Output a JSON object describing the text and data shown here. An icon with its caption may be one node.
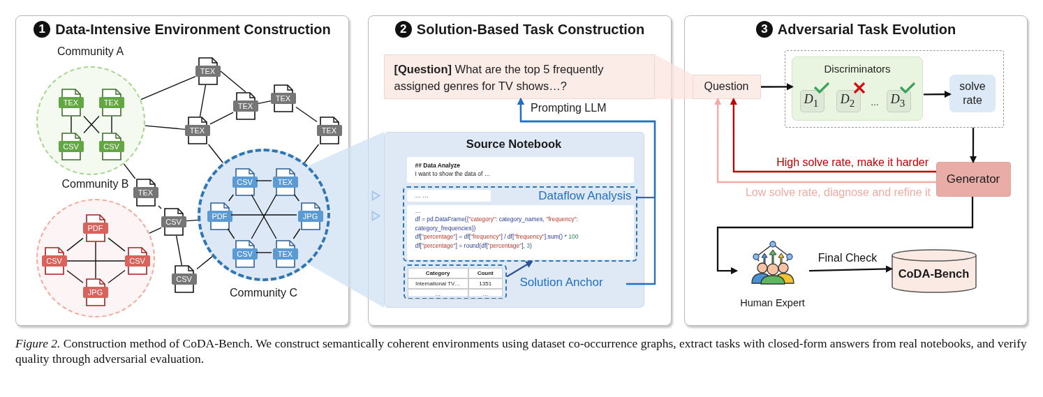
{
  "diagram": {
    "caption": "*Figure 2.* Construction method of CoDA-Bench. We construct semantically coherent environments using dataset co-occurrence graphs, extract tasks with closed-form answers from real notebooks, and verify quality through adversarial evaluation.",
    "nodes": [
      {
        "text": [
          "1",
          "Data-Intensive Environment Construction"
        ]
      },
      {
        "text": [
          "Community A"
        ],
        "in": 0
      },
      {
        "text": [
          "TEX"
        ],
        "in": 1
      },
      {
        "text": [
          "TEX"
        ],
        "in": 1
      },
      {
        "text": [
          "CSV"
        ],
        "in": 1
      },
      {
        "text": [
          "CSV"
        ],
        "in": 1
      },
      {
        "text": [
          "Community B"
        ],
        "in": 0
      },
      {
        "text": [
          "PDF"
        ],
        "in": 6
      },
      {
        "text": [
          "CSV"
        ],
        "in": 6
      },
      {
        "text": [
          "CSV"
        ],
        "in": 6
      },
      {
        "text": [
          "JPG"
        ],
        "in": 6
      },
      {
        "text": [
          "Community C"
        ],
        "in": 0
      },
      {
        "text": [
          "CSV"
        ],
        "in": 11
      },
      {
        "text": [
          "TEX"
        ],
        "in": 11
      },
      {
        "text": [
          "PDF"
        ],
        "in": 11
      },
      {
        "text": [
          "JPG"
        ],
        "in": 11
      },
      {
        "text": [
          "CSV"
        ],
        "in": 11
      },
      {
        "text": [
          "TEX"
        ],
        "in": 11
      },
      {
        "text": [
          "TEX"
        ],
        "in": 0
      },
      {
        "text": [
          "TEX"
        ],
        "in": 0
      },
      {
        "text": [
          "TEX"
        ],
        "in": 0
      },
      {
        "text": [
          "TEX"
        ],
        "in": 0
      },
      {
        "text": [
          "TEX"
        ],
        "in": 0
      },
      {
        "text": [
          "TEX"
        ],
        "in": 0
      },
      {
        "text": [
          "CSV"
        ],
        "in": 0
      },
      {
        "text": [
          "CSV"
        ],
        "in": 0
      },
      {
        "text": [
          "2",
          "Solution-Based Task Construction"
        ]
      },
      {
        "text": [
          "**[Question]** What are the top 5 frequently assigned genres for TV shows…?"
        ],
        "in": 26
      },
      {
        "text": [
          "Source Notebook"
        ],
        "in": 26
      },
      {
        "text": [
          "## Data Analyze",
          "I want to show the data of …"
        ],
        "in": 28
      },
      {
        "text": [
          "Dataflow Analysis"
        ],
        "in": 28
      },
      {
        "text": [
          "… …"
        ],
        "in": 30
      },
      {
        "text": [
          "…",
          "df = pd.DataFrame({\"category\": category_names, \"frequency\": category_frequencies})",
          "df[\"percentage\"] = df[\"frequency\"] / df[\"frequency\"].sum() * 100",
          "df[\"percentage\"] = round(df[\"percentage\"], 3)"
        ],
        "in": 30
      },
      {
        "text": [
          "Category",
          "Count",
          "International TV…",
          "1351",
          "…",
          "…"
        ],
        "in": 28
      },
      {
        "text": [
          "Solution Anchor"
        ],
        "in": 28
      },
      {
        "text": [
          "3",
          "Adversarial Task Evolution"
        ]
      },
      {
        "text": [
          "Question"
        ],
        "in": 35
      },
      {
        "text": [],
        "shape": "box",
        "in": 35
      },
      {
        "text": [
          "Discriminators",
          "…"
        ],
        "in": 37
      },
      {
        "text": [
          "*D*$_{1}$"
        ],
        "in": 38
      },
      {
        "text": [
          "*D*$_{2}$"
        ],
        "in": 38
      },
      {
        "text": [
          "*D*$_{3}$"
        ],
        "in": 38
      },
      {
        "text": [
          "solve rate"
        ],
        "in": 37
      },
      {
        "text": [
          "Generator"
        ],
        "in": 35
      },
      {
        "text": [
          "Human Expert"
        ],
        "in": 35
      },
      {
        "text": [
          "CoDA-Bench"
        ],
        "in": 35
      }
    ],
    "edges": [
      {
        "from": 2,
        "to": 4,
        "arrow": "none"
      },
      {
        "from": 3,
        "to": 5,
        "arrow": "none"
      },
      {
        "from": 2,
        "to": 5,
        "arrow": "none"
      },
      {
        "from": 3,
        "to": 4,
        "arrow": "none"
      },
      {
        "from": 7,
        "to": 8,
        "arrow": "none"
      },
      {
        "from": 7,
        "to": 9,
        "arrow": "none"
      },
      {
        "from": 7,
        "to": 10,
        "arrow": "none"
      },
      {
        "from": 8,
        "to": 9,
        "arrow": "none"
      },
      {
        "from": 8,
        "to": 10,
        "arrow": "none"
      },
      {
        "from": 9,
        "to": 10,
        "arrow": "none"
      },
      {
        "from": 12,
        "to": 13,
        "arrow": "none"
      },
      {
        "from": 13,
        "to": 15,
        "arrow": "none"
      },
      {
        "from": 15,
        "to": 17,
        "arrow": "none"
      },
      {
        "from": 17,
        "to": 16,
        "arrow": "none"
      },
      {
        "from": 16,
        "to": 14,
        "arrow": "none"
      },
      {
        "from": 14,
        "to": 12,
        "arrow": "none"
      },
      {
        "from": 12,
        "to": 17,
        "arrow": "none"
      },
      {
        "from": 13,
        "to": 16,
        "arrow": "none"
      },
      {
        "from": 14,
        "to": 15,
        "arrow": "none"
      },
      {
        "from": 1,
        "to": 18,
        "arrow": "none"
      },
      {
        "from": 1,
        "to": 21,
        "arrow": "none"
      },
      {
        "from": 18,
        "to": 19,
        "arrow": "none"
      },
      {
        "from": 18,
        "to": 21,
        "arrow": "none"
      },
      {
        "from": 21,
        "to": 19,
        "arrow": "none"
      },
      {
        "from": 19,
        "to": 20,
        "arrow": "none"
      },
      {
        "from": 20,
        "to": 22,
        "arrow": "none"
      },
      {
        "from": 22,
        "to": 11,
        "arrow": "none"
      },
      {
        "from": 21,
        "to": 11,
        "arrow": "none"
      },
      {
        "from": 1,
        "to": 23,
        "arrow": "none"
      },
      {
        "from": 23,
        "to": 24,
        "arrow": "none"
      },
      {
        "from": 24,
        "to": 11,
        "arrow": "none"
      },
      {
        "from": 24,
        "to": 6,
        "arrow": "none"
      },
      {
        "from": 24,
        "to": 25,
        "arrow": "none"
      },
      {
        "from": 25,
        "to": 11,
        "arrow": "none"
      },
      {
        "from": 33,
        "to": 30,
        "arrow": "to",
        "color": "#2f5597"
      },
      {
        "from": 30,
        "to": 27,
        "arrow": "to",
        "label": "Prompting LLM",
        "color": "#1f6fc5"
      },
      {
        "from": 34,
        "to": 27,
        "arrow": "to",
        "color": "#1f6fc5"
      },
      {
        "from": 36,
        "to": 38,
        "arrow": "to"
      },
      {
        "from": 38,
        "to": 42,
        "arrow": "to"
      },
      {
        "from": 37,
        "to": 43,
        "arrow": "to"
      },
      {
        "from": 43,
        "to": 36,
        "arrow": "to",
        "label": "High solve rate, make it harder",
        "color": "#c00000"
      },
      {
        "from": 43,
        "to": 36,
        "arrow": "to",
        "label": "Low solve rate, diagnose and refine it",
        "color": "#f2aaa2"
      },
      {
        "from": 43,
        "to": 44,
        "arrow": "to"
      },
      {
        "from": 44,
        "to": 45,
        "arrow": "to",
        "label": "Final Check"
      }
    ]
  }
}
